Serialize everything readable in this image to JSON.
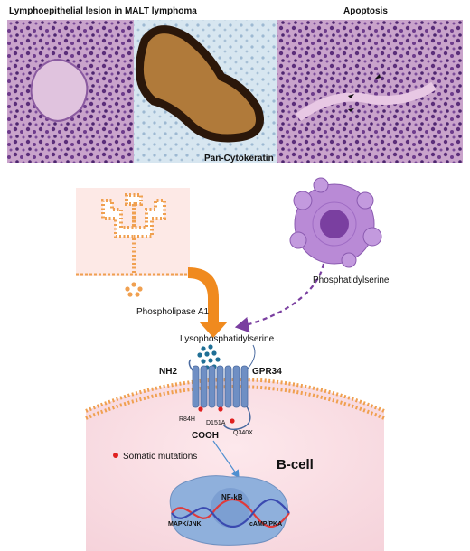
{
  "panels": {
    "left_title": "Lymphoepithelial lesion in MALT lymphoma",
    "right_title": "Apoptosis",
    "middle_caption": "Pan-Cytokeratin"
  },
  "diagram": {
    "phospholipase": "Phospholipase A1",
    "phosphatidylserine": "Phosphatidylserine",
    "lysophosphatidylserine": "Lysophosphatidylserine",
    "nh2": "NH2",
    "gpr34": "GPR34",
    "cooh": "COOH",
    "mutations": [
      "R84H",
      "D151A",
      "Q340X"
    ],
    "legend": "Somatic mutations",
    "cell_label": "B-cell",
    "nfkb": "NF-kB",
    "mapk": "MAPK/JNK",
    "camp": "cAMP/PKA"
  },
  "colors": {
    "he_pink": "#c8a0c8",
    "he_purple": "#6b3f86",
    "ihc_brown": "#3a2412",
    "ihc_blue": "#cfe0ec",
    "membrane_orange": "#f0a050",
    "arrow_orange": "#f08a1e",
    "apoptotic_cell": "#b98ad6",
    "receptor_blue": "#6f8fc4",
    "ligand_teal": "#1f6f95",
    "cell_fill": "#fbe6ea",
    "nucleus_blue": "#8fb0dc",
    "mutation_red": "#e02020",
    "dashed_purple": "#7a3fa0"
  }
}
